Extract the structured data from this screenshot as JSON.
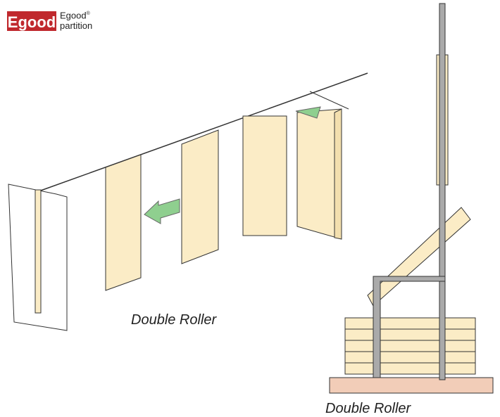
{
  "logo": {
    "mark": "Egood",
    "brand": "Egood",
    "registered": "®",
    "sub": "partition"
  },
  "captions": {
    "left": "Double Roller",
    "right": "Double Roller"
  },
  "colors": {
    "panel": "#fbecc6",
    "stroke": "#333333",
    "arrow": "#8fcf8f",
    "post": "#999999",
    "floor": "#f2cdb8",
    "logo": "#c0282d"
  }
}
